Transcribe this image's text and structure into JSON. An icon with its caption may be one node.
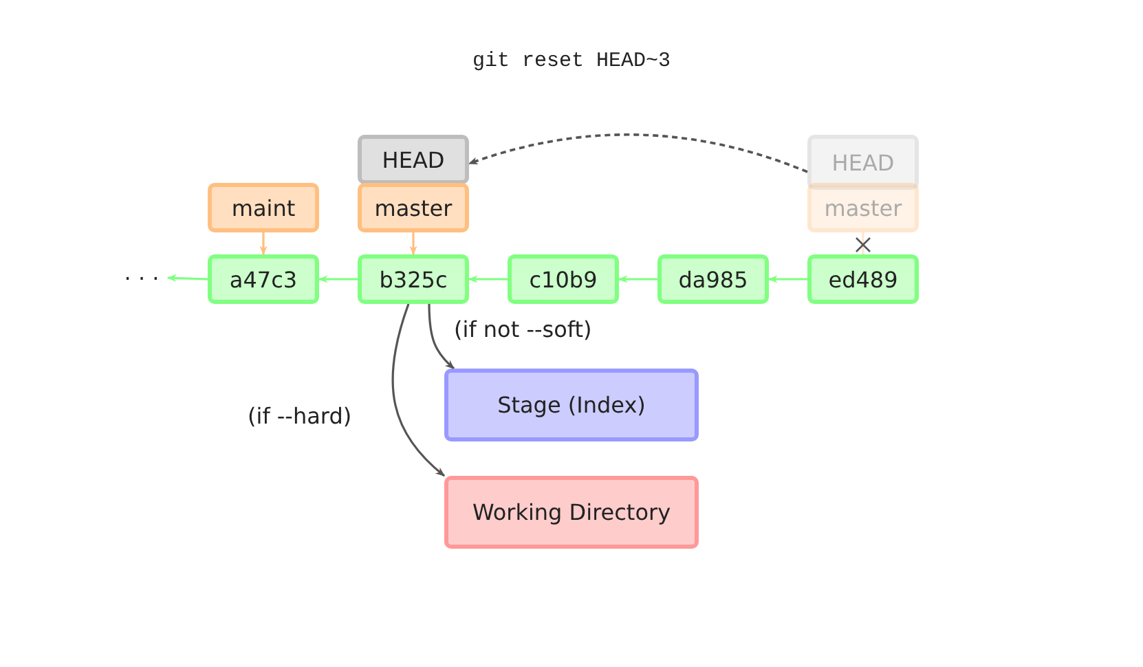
{
  "diagram": {
    "title": "git reset HEAD~3",
    "nodes": [
      {
        "text": [
          "HEAD"
        ]
      },
      {
        "text": [
          "master"
        ]
      },
      {
        "text": [
          "maint"
        ]
      },
      {
        "text": [
          "HEAD"
        ]
      },
      {
        "text": [
          "master"
        ]
      },
      {
        "text": [
          "· · ·"
        ]
      },
      {
        "text": [
          "a47c3"
        ]
      },
      {
        "text": [
          "b325c"
        ]
      },
      {
        "text": [
          "c10b9"
        ]
      },
      {
        "text": [
          "da985"
        ]
      },
      {
        "text": [
          "ed489"
        ]
      },
      {
        "text": [
          "Stage (Index)"
        ]
      },
      {
        "text": [
          "Working Directory"
        ]
      }
    ],
    "edges": [
      {
        "from": 2,
        "to": 6,
        "arrow": "to",
        "color": "#ffbf80"
      },
      {
        "from": 1,
        "to": 7,
        "arrow": "to",
        "color": "#ffbf80"
      },
      {
        "from": 4,
        "to": 10,
        "arrow": "none",
        "color": "#ffe5cc"
      },
      {
        "from": 6,
        "to": 5,
        "arrow": "to"
      },
      {
        "from": 7,
        "to": 6,
        "arrow": "to"
      },
      {
        "from": 8,
        "to": 7,
        "arrow": "to"
      },
      {
        "from": 9,
        "to": 8,
        "arrow": "to"
      },
      {
        "from": 10,
        "to": 9,
        "arrow": "to"
      },
      {
        "from": 3,
        "to": 0,
        "arrow": "to",
        "style": "dashed",
        "color": "#555555"
      },
      {
        "from": 7,
        "to": 11,
        "arrow": "to",
        "label": "(if not --soft)",
        "color": "#555555"
      },
      {
        "from": 7,
        "to": 12,
        "arrow": "to",
        "label": "(if --hard)",
        "color": "#555555"
      }
    ]
  }
}
